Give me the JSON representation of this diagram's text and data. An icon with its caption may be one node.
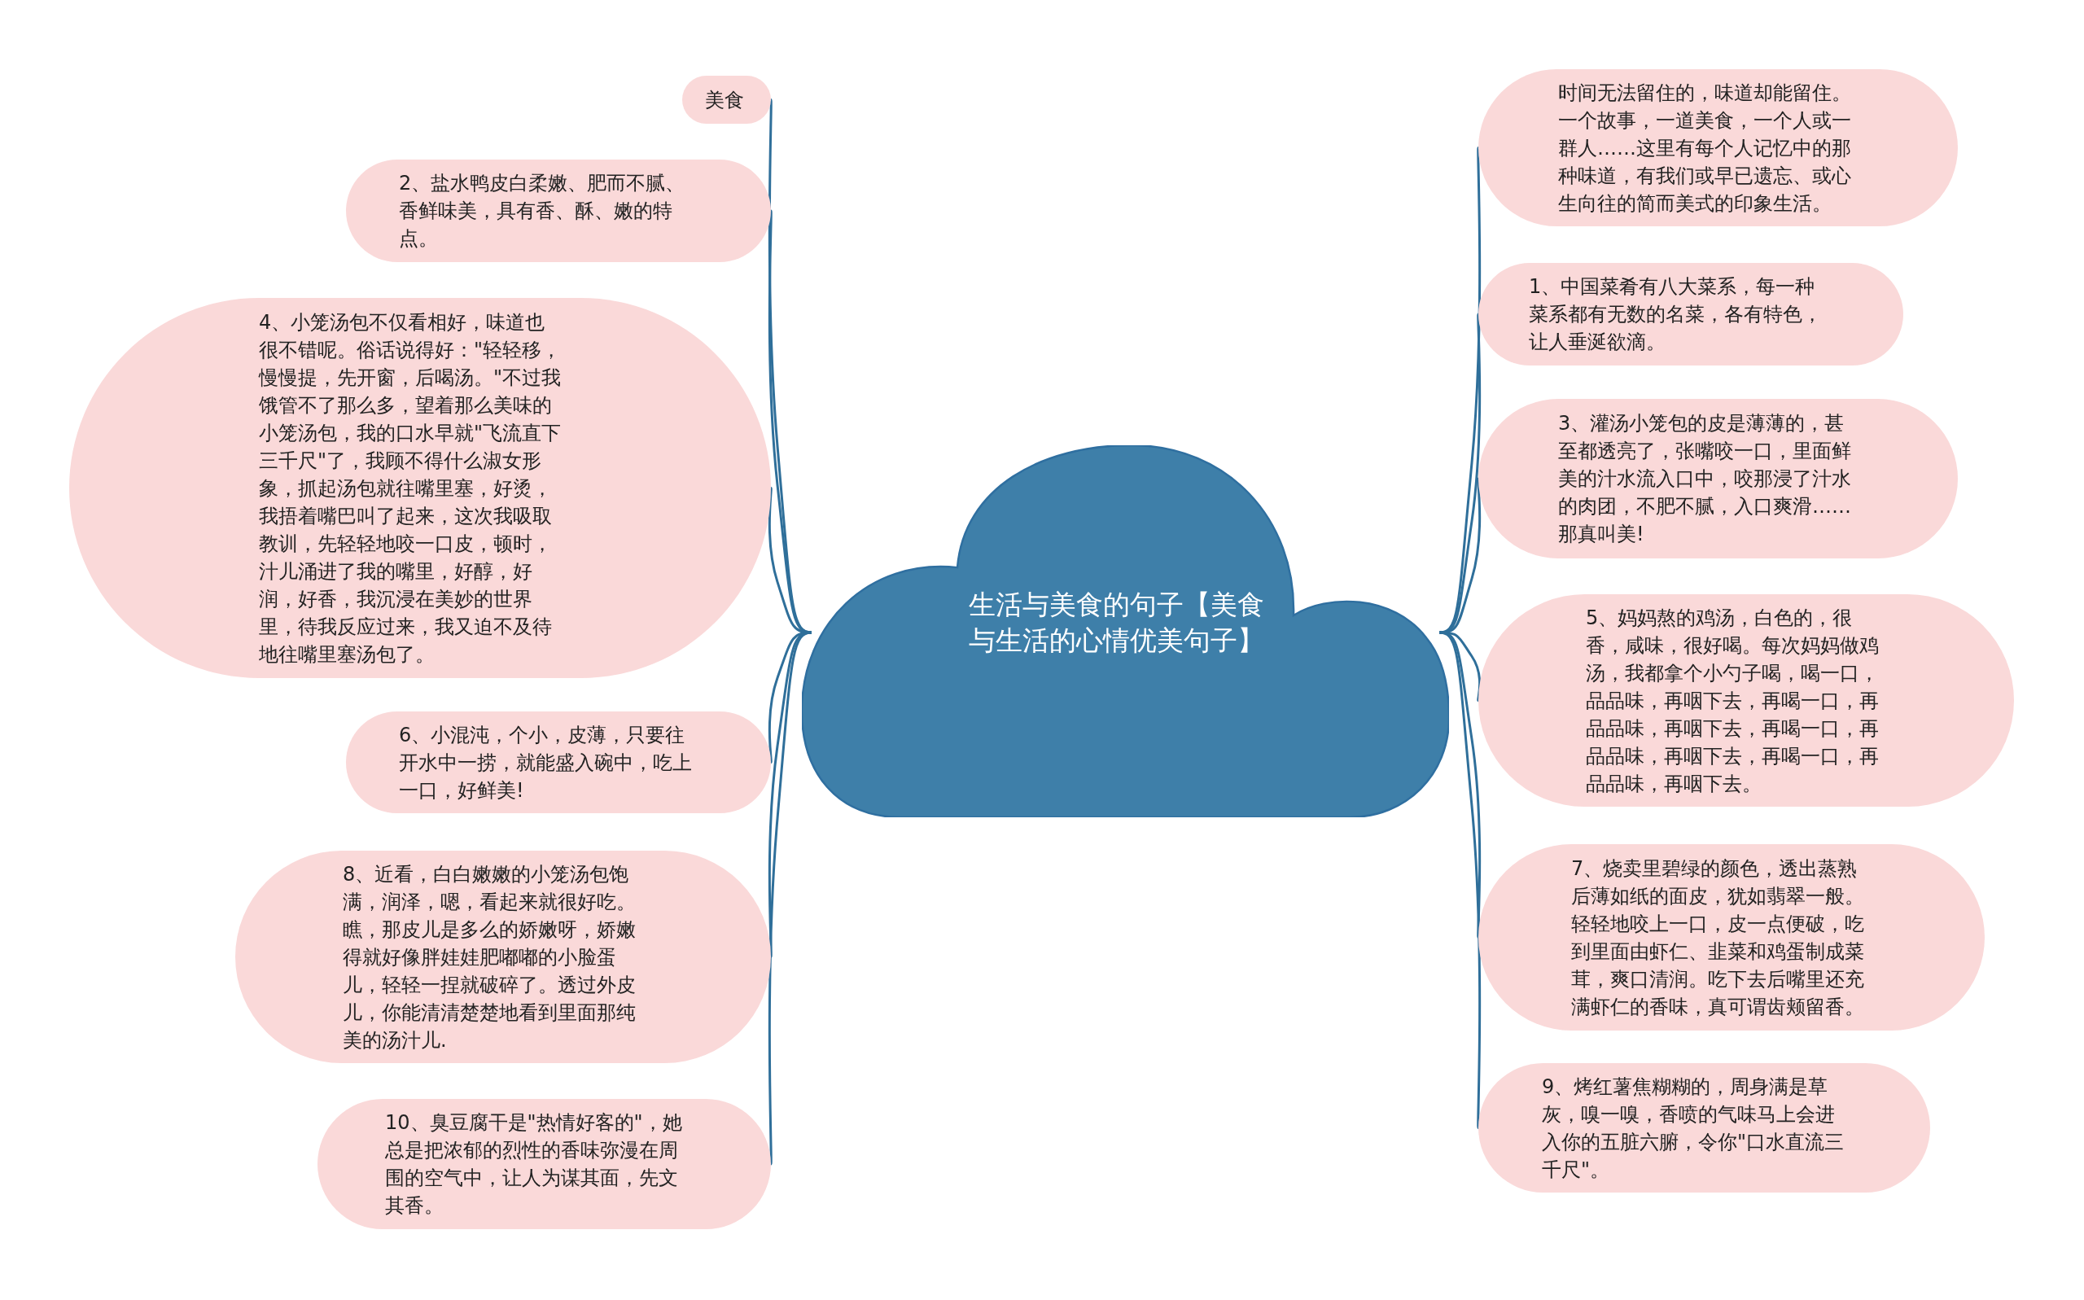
{
  "diagram": {
    "nodes": [
      {
        "text": [
          "生活与美食的句子【美食与生活的心情优美句子】"
        ]
      },
      {
        "text": [
          "美食"
        ]
      },
      {
        "text": [
          "2、盐水鸭皮白柔嫩、肥而不腻、香鲜味美，具有香、酥、嫩的特点。"
        ]
      },
      {
        "text": [
          "4、小笼汤包不仅看相好，味道也很不错呢。俗话说得好：\"轻轻移，慢慢提，先开窗，后喝汤。\"不过我饿管不了那么多，望着那么美味的小笼汤包，我的口水早就\"飞流直下三千尺\"了，我顾不得什么淑女形象，抓起汤包就往嘴里塞，好烫，我捂着嘴巴叫了起来，这次我吸取教训，先轻轻地咬一口皮，顿时，汁儿涌进了我的嘴里，好醇，好润，好香，我沉浸在美妙的世界里，待我反应过来，我又迫不及待地往嘴里塞汤包了。"
        ]
      },
      {
        "text": [
          "6、小混沌，个小，皮薄，只要往开水中一捞，就能盛入碗中，吃上一口，好鲜美!"
        ]
      },
      {
        "text": [
          "8、近看，白白嫩嫩的小笼汤包饱满，润泽，嗯，看起来就很好吃。瞧，那皮儿是多么的娇嫩呀，娇嫩得就好像胖娃娃肥嘟嘟的小脸蛋儿，轻轻一捏就破碎了。透过外皮儿，你能清清楚楚地看到里面那纯美的汤汁儿."
        ]
      },
      {
        "text": [
          "10、臭豆腐干是\"热情好客的\"，她总是把浓郁的烈性的香味弥漫在周围的空气中，让人为谋其面，先文其香。"
        ]
      },
      {
        "text": [
          "时间无法留住的，味道却能留住。一个故事，一道美食，一个人或一群人……这里有每个人记忆中的那种味道，有我们或早已遗忘、或心生向往的简而美式的印象生活。"
        ]
      },
      {
        "text": [
          "1、中国菜肴有八大菜系，每一种菜系都有无数的名菜，各有特色，让人垂涎欲滴。"
        ]
      },
      {
        "text": [
          "3、灌汤小笼包的皮是薄薄的，甚至都透亮了，张嘴咬一口，里面鲜美的汁水流入口中，咬那浸了汁水的肉团，不肥不腻，入口爽滑……那真叫美!"
        ]
      },
      {
        "text": [
          "5、妈妈熬的鸡汤，白色的，很香，咸味，很好喝。每次妈妈做鸡汤，我都拿个小勺子喝，喝一口，品品味，再咽下去，再喝一口，再品品味，再咽下去，再喝一口，再品品味，再咽下去，再喝一口，再品品味，再咽下去。"
        ]
      },
      {
        "text": [
          "7、烧卖里碧绿的颜色，透出蒸熟后薄如纸的面皮，犹如翡翠一般。轻轻地咬上一口，皮一点便破，吃到里面由虾仁、韭菜和鸡蛋制成菜茸，爽口清润。吃下去后嘴里还充满虾仁的香味，真可谓齿颊留香。"
        ]
      },
      {
        "text": [
          "9、烤红薯焦糊糊的，周身满是草灰，嗅一嗅，香喷的气味马上会进入你的五脏六腑，令你\"口水直流三千尺\"。"
        ]
      }
    ],
    "edges": [
      {
        "from": 0,
        "to": 1,
        "arrow": "none"
      },
      {
        "from": 0,
        "to": 2,
        "arrow": "none"
      },
      {
        "from": 0,
        "to": 3,
        "arrow": "none"
      },
      {
        "from": 0,
        "to": 4,
        "arrow": "none"
      },
      {
        "from": 0,
        "to": 5,
        "arrow": "none"
      },
      {
        "from": 0,
        "to": 6,
        "arrow": "none"
      },
      {
        "from": 0,
        "to": 7,
        "arrow": "none"
      },
      {
        "from": 0,
        "to": 8,
        "arrow": "none"
      },
      {
        "from": 0,
        "to": 9,
        "arrow": "none"
      },
      {
        "from": 0,
        "to": 10,
        "arrow": "none"
      },
      {
        "from": 0,
        "to": 11,
        "arrow": "none"
      },
      {
        "from": 0,
        "to": 12,
        "arrow": "none"
      }
    ]
  }
}
